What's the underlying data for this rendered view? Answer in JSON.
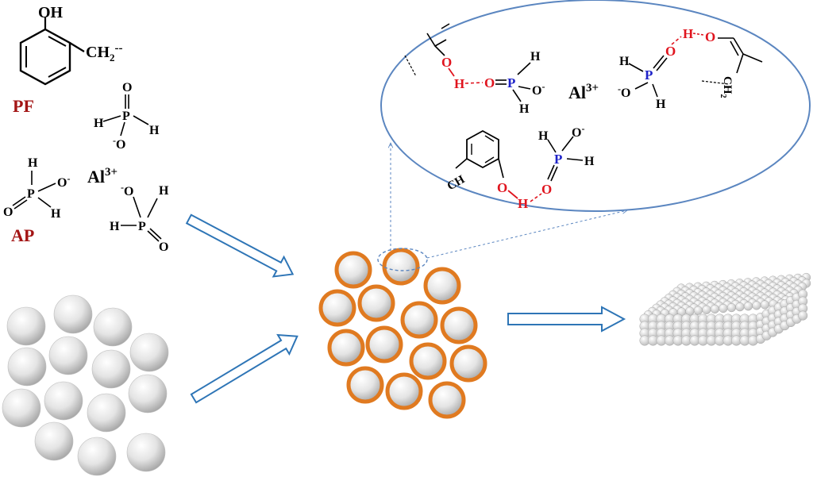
{
  "colors": {
    "label_red": "#a31515",
    "oxygen_red": "#e0141e",
    "phosphorus_blue": "#1e22c8",
    "arrow_blue": "#2e75b6",
    "shell_orange": "#e07a20",
    "ellipse_blue": "#5b86c0",
    "sphere_gray": "#d9d9d9"
  },
  "labels": {
    "pf": "PF",
    "ap": "AP",
    "aluminum_ion": "Al",
    "aluminum_charge": "3+",
    "oh": "OH",
    "ch2_chain": "CH",
    "ch2_sub": "2",
    "bond_dashes": "--",
    "ch2_zoom": "CH",
    "ch2_zoom_sub": "2"
  },
  "atoms": {
    "O": "O",
    "H": "H",
    "P": "P",
    "O_minus": "O",
    "minus": "-"
  },
  "icons": {
    "flow_arrow": "hollow-block-arrow",
    "zoom_callout": "ellipse-magnifier",
    "product": "sphere-block-icon"
  }
}
